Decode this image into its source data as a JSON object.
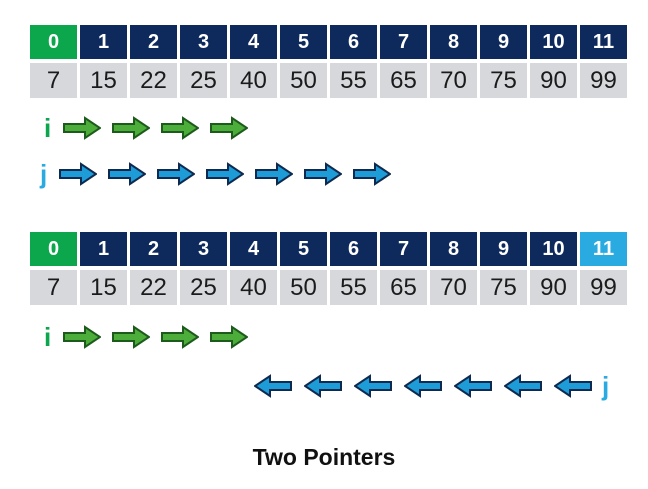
{
  "title": "Two Pointers",
  "colors": {
    "green": "#0CA64D",
    "navy": "#0E2A5C",
    "light_blue": "#29ABE2",
    "cell_gray": "#D6D8DB",
    "arrow_green_fill": "#4CAD3A",
    "arrow_green_stroke": "#1D5B1D",
    "arrow_blue_fill": "#1E9CD7",
    "arrow_blue_stroke": "#0E2A50",
    "value_text": "#1B1B1B",
    "header_text": "#FFFFFF",
    "title_text": "#111111"
  },
  "tables": [
    {
      "indices": [
        "0",
        "1",
        "2",
        "3",
        "4",
        "5",
        "6",
        "7",
        "8",
        "9",
        "10",
        "11"
      ],
      "values": [
        "7",
        "15",
        "22",
        "25",
        "40",
        "50",
        "55",
        "65",
        "70",
        "75",
        "90",
        "99"
      ],
      "index_highlights": {
        "0": "green"
      }
    },
    {
      "indices": [
        "0",
        "1",
        "2",
        "3",
        "4",
        "5",
        "6",
        "7",
        "8",
        "9",
        "10",
        "11"
      ],
      "values": [
        "7",
        "15",
        "22",
        "25",
        "40",
        "50",
        "55",
        "65",
        "70",
        "75",
        "90",
        "99"
      ],
      "index_highlights": {
        "0": "green",
        "11": "light_blue"
      }
    }
  ],
  "pointer_rows": [
    {
      "label": "i",
      "count": 4,
      "direction": "right",
      "arrow_color": "green",
      "label_color": "green",
      "label_side": "left"
    },
    {
      "label": "j",
      "count": 7,
      "direction": "right",
      "arrow_color": "blue",
      "label_color": "light_blue",
      "label_side": "left"
    },
    {
      "label": "i",
      "count": 4,
      "direction": "right",
      "arrow_color": "green",
      "label_color": "green",
      "label_side": "left"
    },
    {
      "label": "j",
      "count": 7,
      "direction": "left",
      "arrow_color": "blue",
      "label_color": "light_blue",
      "label_side": "right"
    }
  ]
}
